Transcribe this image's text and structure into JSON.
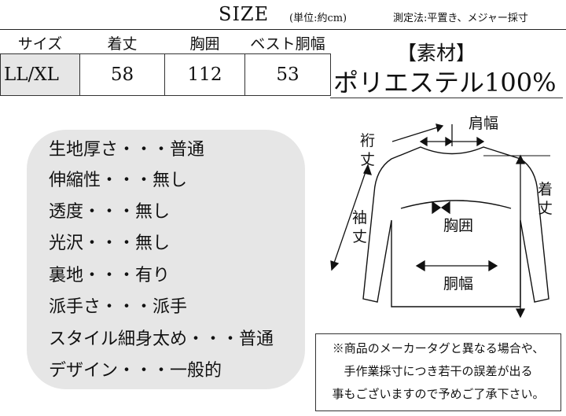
{
  "header": {
    "title": "SIZE",
    "unit": "(単位:約cm)",
    "method": "測定法:平置き、メジャー採寸"
  },
  "size_table": {
    "headers": [
      "サイズ",
      "着丈",
      "胸囲",
      "ベスト胴幅"
    ],
    "rows": [
      [
        "LL/XL",
        "58",
        "112",
        "53"
      ]
    ]
  },
  "material": {
    "label": "【素材】",
    "value": "ポリエステル100%"
  },
  "properties": [
    "生地厚さ・・・普通",
    "伸縮性・・・無し",
    "透度・・・無し",
    "光沢・・・無し",
    "裏地・・・有り",
    "派手さ・・・派手",
    "スタイル細身太め・・・普通",
    "デザイン・・・一般的"
  ],
  "diagram": {
    "shoulder": "肩幅",
    "yuki1": "裄",
    "yuki2": "丈",
    "length1": "着",
    "length2": "丈",
    "sleeve1": "袖",
    "sleeve2": "丈",
    "chest": "胸囲",
    "waist": "胴幅"
  },
  "note": {
    "lines": [
      "※商品のメーカータグと異なる場合や、",
      "手作業採寸につき若干の誤差が出る",
      "事もございますので予めご了承下さい。"
    ]
  }
}
